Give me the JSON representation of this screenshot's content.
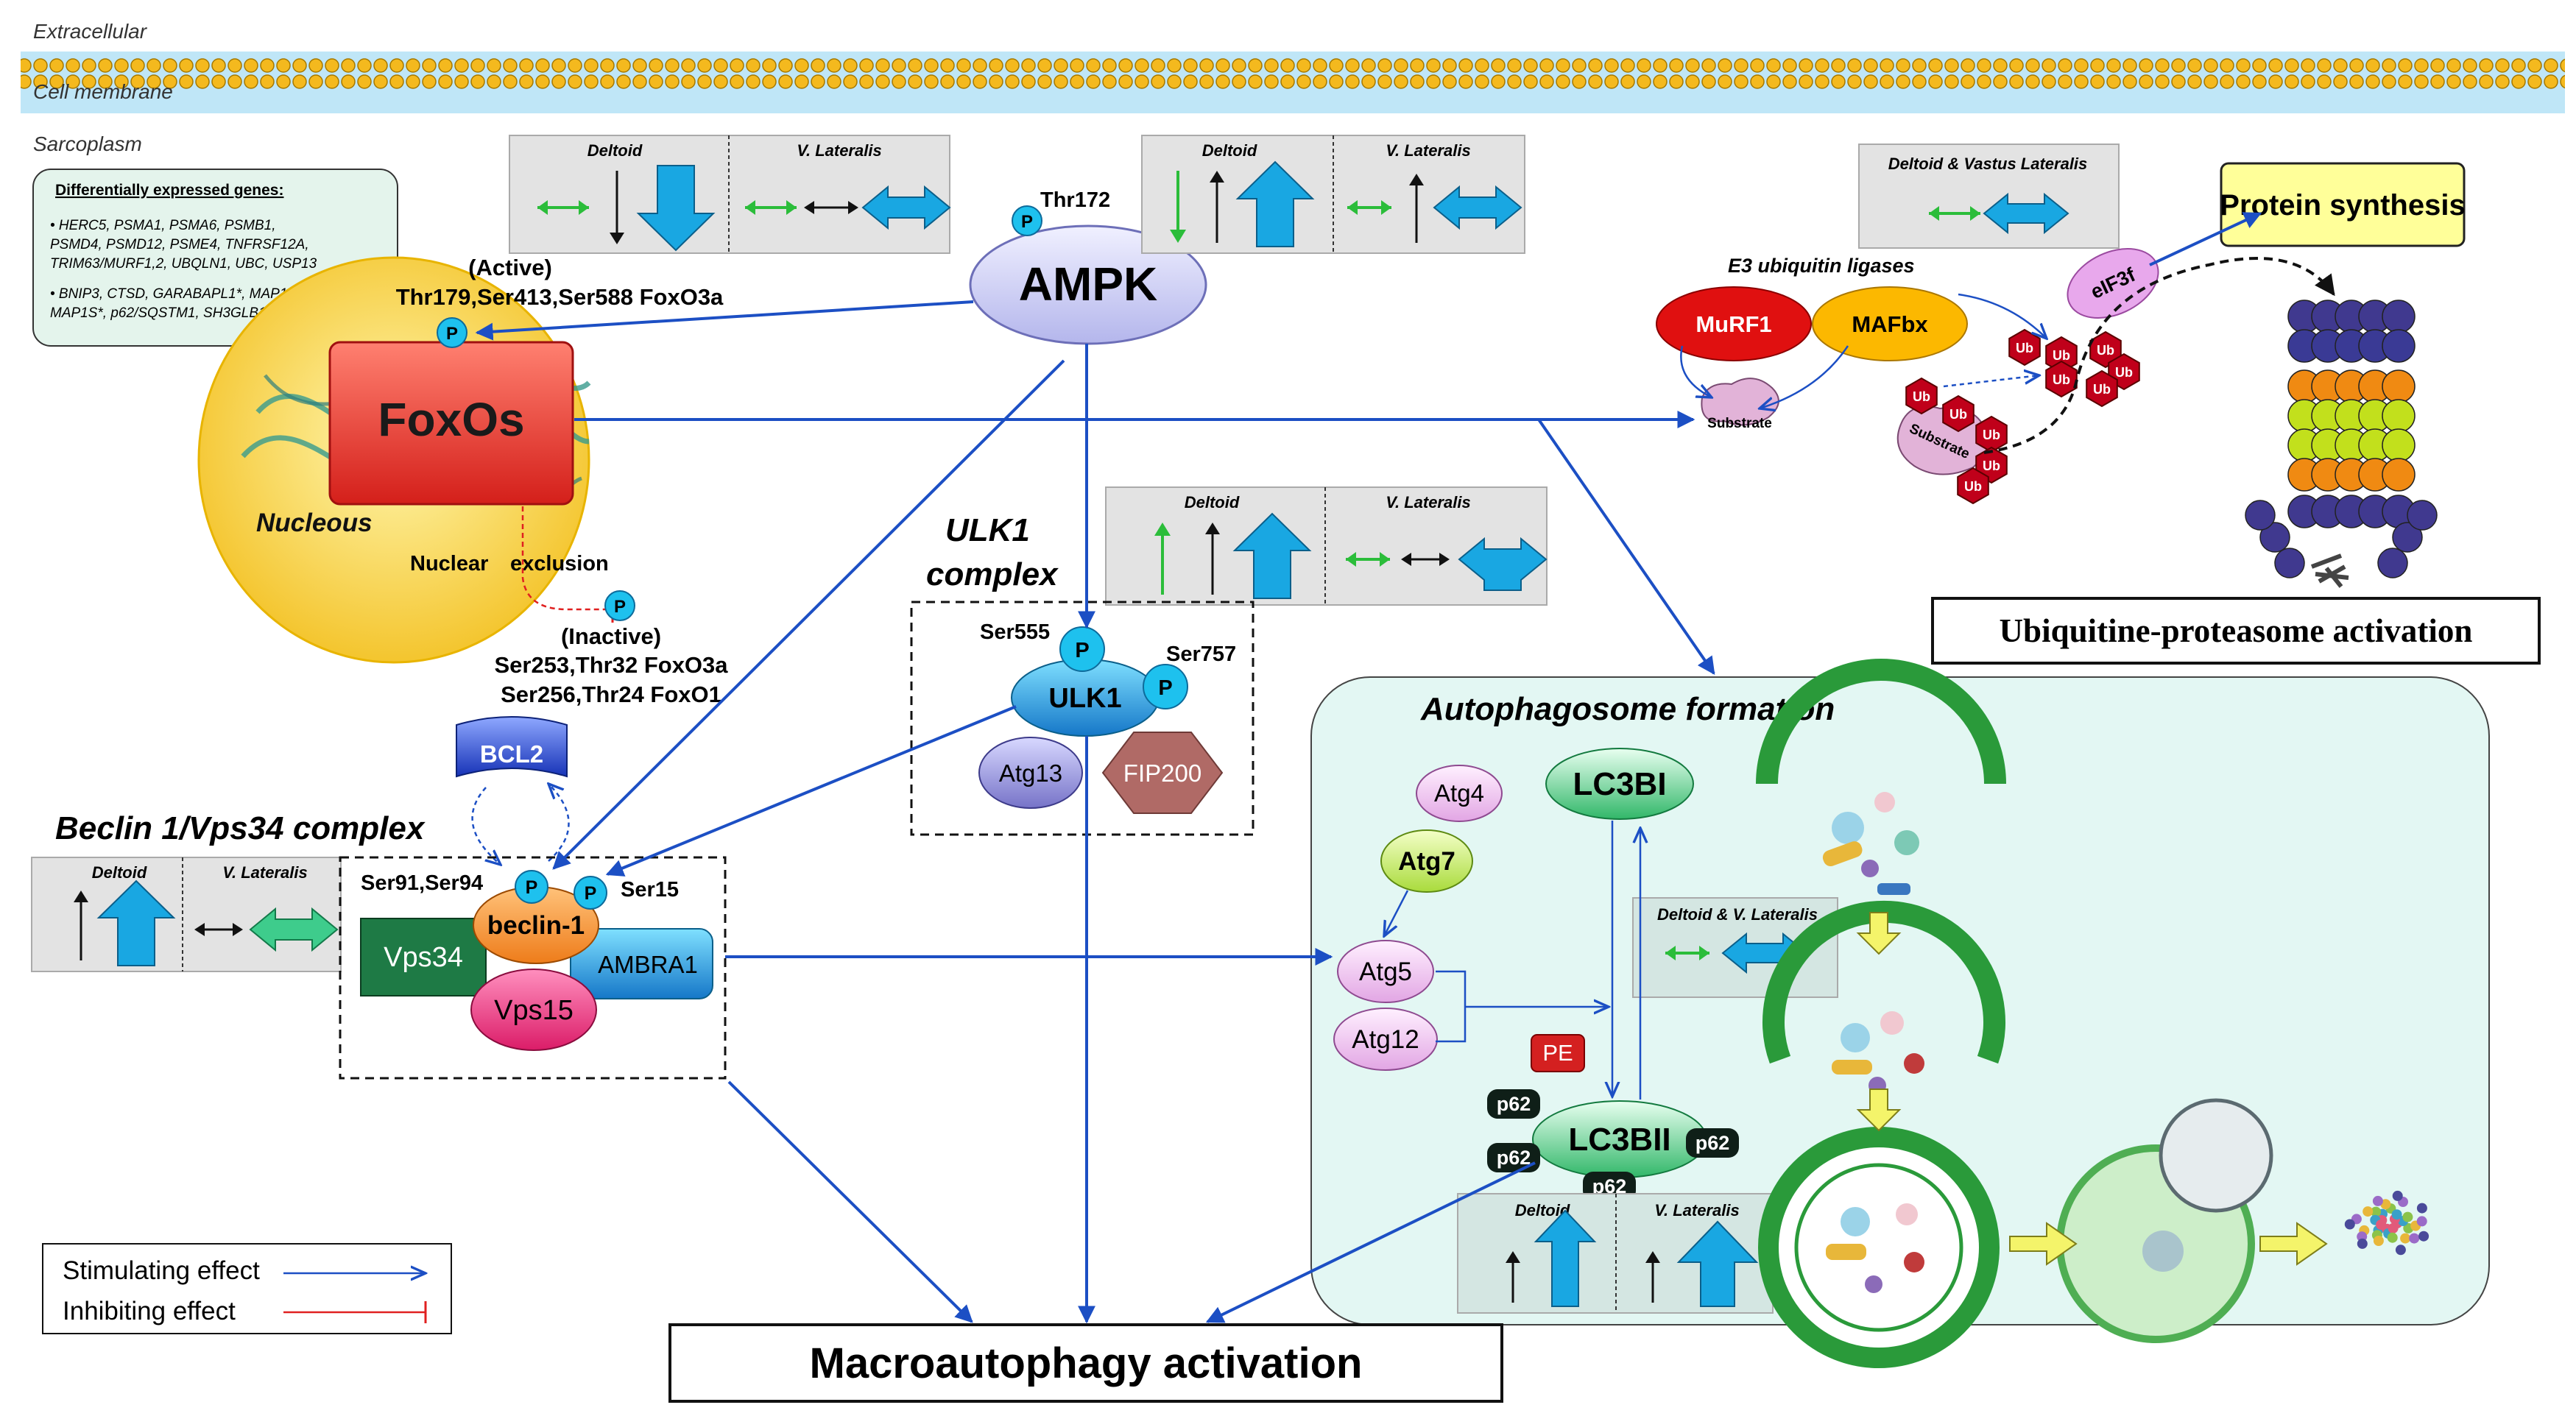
{
  "regions": {
    "extracellular": "Extracellular",
    "cell_membrane": "Cell membrane",
    "sarcoplasm": "Sarcoplasm"
  },
  "deg_box": {
    "title": "Differentially expressed genes:",
    "line1": "• HERC5, PSMA1, PSMA6, PSMB1,",
    "line2": "PSMD4, PSMD12, PSME4, TNFRSF12A,",
    "line3": "TRIM63/MURF1,2, UBQLN1, UBC, USP13",
    "line4": "• BNIP3, CTSD, GARABAPL1*, MAP1LC3B*,",
    "line5": "MAP1S*, p62/SQSTM1, SH3GLB1, TP53INP2*"
  },
  "muscles": {
    "deltoid": "Deltoid",
    "vl": "V. Lateralis",
    "deltoid_vastus": "Deltoid & Vastus Lateralis",
    "deltoid_vl": "Deltoid & V. Lateralis"
  },
  "ampk": {
    "label": "AMPK",
    "site": "Thr172",
    "p": "P"
  },
  "foxo": {
    "label": "FoxOs",
    "nucleus": "Nucleous",
    "active": "(Active)",
    "active_sites": "Thr179,Ser413,Ser588 FoxO3a",
    "nuclear": "Nuclear",
    "exclusion": "exclusion",
    "inactive": "(Inactive)",
    "inactive_sites1": "Ser253,Thr32 FoxO3a",
    "inactive_sites2": "Ser256,Thr24 FoxO1"
  },
  "bcl2": "BCL2",
  "beclin": {
    "complex_title": "Beclin 1/Vps34 complex",
    "site_left": "Ser91,Ser94",
    "site_right": "Ser15",
    "beclin1": "beclin-1",
    "vps34": "Vps34",
    "vps15": "Vps15",
    "ambra1": "AMBRA1"
  },
  "ulk1": {
    "complex_line1": "ULK1",
    "complex_line2": "complex",
    "ser555": "Ser555",
    "ser757": "Ser757",
    "label": "ULK1",
    "atg13": "Atg13",
    "fip200": "FIP200"
  },
  "ups": {
    "e3_title": "E3 ubiquitin ligases",
    "murf1": "MuRF1",
    "mafbx": "MAFbx",
    "eif3f": "eIF3f",
    "substrate": "Substrate",
    "ub": "Ub",
    "protein_synthesis": "Protein synthesis",
    "activation": "Ubiquitine-proteasome activation"
  },
  "autophagy": {
    "title": "Autophagosome formation",
    "atg4": "Atg4",
    "atg7": "Atg7",
    "atg5": "Atg5",
    "atg12": "Atg12",
    "lc3bi": "LC3BI",
    "lc3bii": "LC3BII",
    "pe": "PE",
    "p62": "p62"
  },
  "macro": "Macroautophagy activation",
  "legend": {
    "stim": "Stimulating effect",
    "inhib": "Inhibiting effect"
  },
  "colors": {
    "blue_arrow": "#1c4fc4",
    "green_arrow": "#2bbd3a",
    "cyan_arrow": "#1aa8e0",
    "inhibit": "#e02020"
  }
}
